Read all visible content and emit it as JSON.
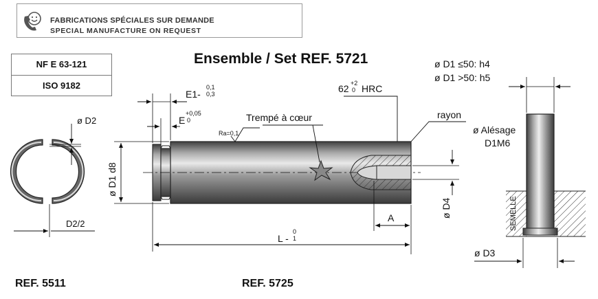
{
  "banner": {
    "line1": "FABRICATIONS SPÉCIALES SUR DEMANDE",
    "line2": "SPECIAL MANUFACTURE ON REQUEST",
    "icon": "phone-with-smile-icon"
  },
  "norms": [
    "NF E 63-121",
    "ISO 9182"
  ],
  "title": "Ensemble / Set REF. 5721",
  "refs": {
    "left": "REF. 5511",
    "center": "REF. 5725"
  },
  "left_view": {
    "d2_label": "ø D2",
    "d2half_label": "D2/2"
  },
  "center_view": {
    "e1_main": "E1-",
    "e1_sup": "0,1",
    "e1_sub": "0,3",
    "e_main": "E",
    "e_sup": "+0,05",
    "e_sub": "0",
    "hrc_main": "62",
    "hrc_sup": "+2",
    "hrc_sub": "0",
    "hrc_unit": "HRC",
    "rayon": "rayon",
    "trempe": "Trempé à cœur",
    "ra": "Ra=0,1",
    "d1_label": "ø D1 d8",
    "d4_label": "ø D4",
    "a_label": "A",
    "l_main": "L -",
    "l_sup": "0",
    "l_sub": "1"
  },
  "right_view": {
    "tol1": "ø D1 ≤50: h4",
    "tol2": "ø D1 >50: h5",
    "alesage1": "ø Alésage",
    "alesage2": "D1M6",
    "semelle": "SEMELLE",
    "d3_label": "ø D3"
  }
}
